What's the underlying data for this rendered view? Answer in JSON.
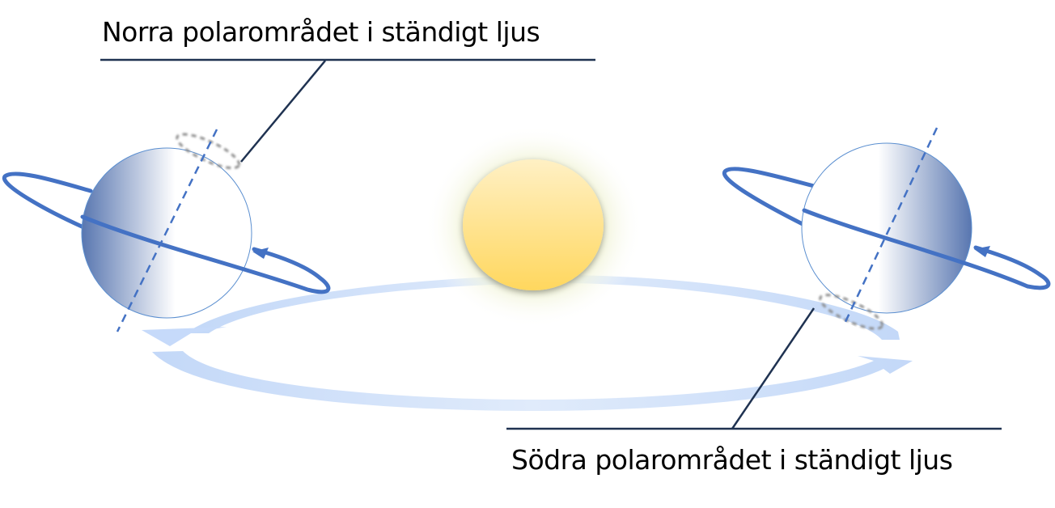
{
  "diagram": {
    "type": "earth-orbit-seasons",
    "labels": {
      "north": "Norra polarområdet i ständigt ljus",
      "south": "Södra polarområdet i ständigt ljus"
    },
    "colors": {
      "orbit": "#c9dcf8",
      "earth_shade": "#5a79b3",
      "rotation_ring": "#4472c4",
      "axis": "#4472c4",
      "sun_top": "#fff0c2",
      "sun_bottom": "#ffd966",
      "sun_glow": "#e9edc6",
      "leader_line": "#1f3251"
    },
    "elements": [
      {
        "name": "sun",
        "position": "center"
      },
      {
        "name": "earth-left",
        "lit_side": "right",
        "pole_in_light": "north"
      },
      {
        "name": "earth-right",
        "lit_side": "left",
        "pole_in_light": "south"
      },
      {
        "name": "orbit-path",
        "direction": "counterclockwise"
      }
    ]
  }
}
